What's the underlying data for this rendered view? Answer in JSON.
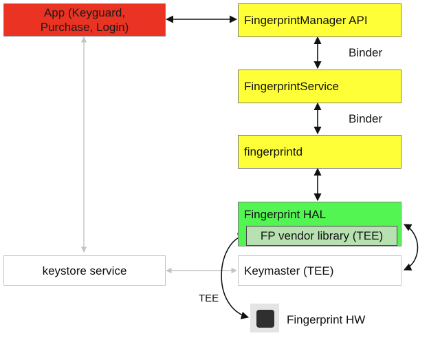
{
  "nodes": {
    "app": "App (Keyguard,\nPurchase, Login)",
    "fingerprint_manager": "FingerprintManager API",
    "fingerprint_service": "FingerprintService",
    "fingerprintd": "fingerprintd",
    "fingerprint_hal": "Fingerprint HAL",
    "fp_vendor_library": "FP vendor library (TEE)",
    "keystore_service": "keystore service",
    "keymaster": "Keymaster (TEE)",
    "fingerprint_hw": "Fingerprint HW"
  },
  "edge_labels": {
    "binder_1": "Binder",
    "binder_2": "Binder",
    "tee": "TEE"
  },
  "colors": {
    "app": "#ea3323",
    "framework": "#ffff38",
    "hal": "#53f553",
    "vendor_library": "#b7e1b0",
    "keystore": "#ffffff",
    "hardware": "#2f2f2f"
  }
}
